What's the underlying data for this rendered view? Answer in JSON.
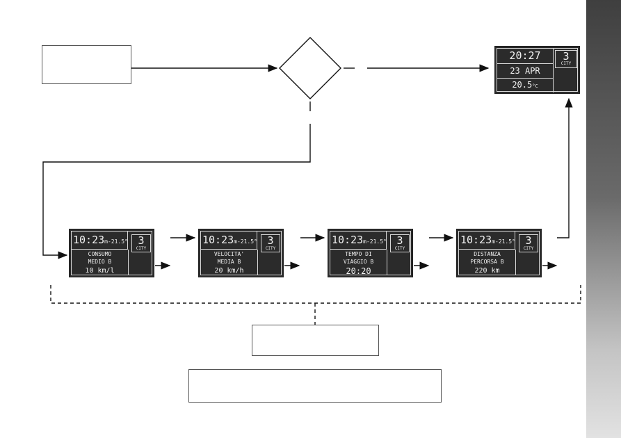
{
  "top_display": {
    "time": "20:27",
    "date": "23 APR",
    "temp": "20.5",
    "temp_unit": "°C",
    "gear": "3",
    "mode": "CITY"
  },
  "screens": [
    {
      "time": "10:23",
      "temp_small": "m-21.5°C",
      "gear": "3",
      "mode": "CITY",
      "label_1": "CONSUMO",
      "label_2": "MEDIO B",
      "value": "10 km/l"
    },
    {
      "time": "10:23",
      "temp_small": "m-21.5°C",
      "gear": "3",
      "mode": "CITY",
      "label_1": "VELOCITA'",
      "label_2": "MEDIA B",
      "value": "20 km/h"
    },
    {
      "time": "10:23",
      "temp_small": "m-21.5°C",
      "gear": "3",
      "mode": "CITY",
      "label_1": "TEMPO DI",
      "label_2": "VIAGGIO B",
      "value": "20:20"
    },
    {
      "time": "10:23",
      "temp_small": "m-21.5°C",
      "gear": "3",
      "mode": "CITY",
      "label_1": "DISTANZA",
      "label_2": "PERCORSA B",
      "value": "220 km"
    }
  ]
}
